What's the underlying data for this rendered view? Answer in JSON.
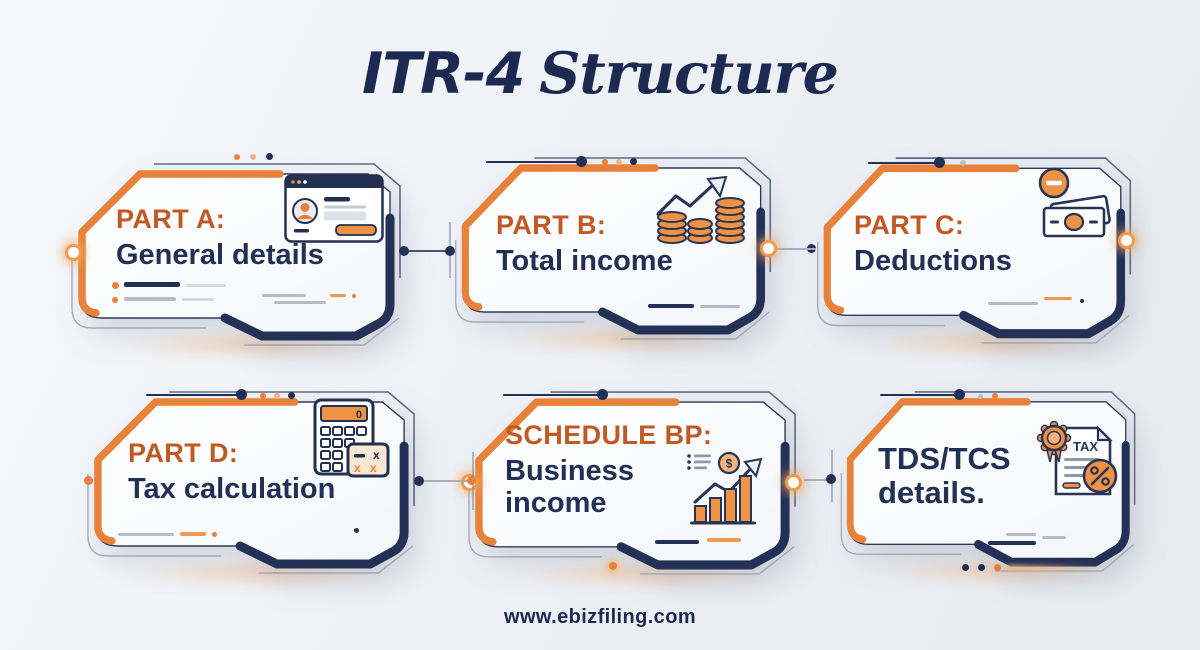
{
  "title": {
    "brand": "ITR-4",
    "rest": "Structure"
  },
  "footer": {
    "website": "www.ebizfiling.com"
  },
  "colors": {
    "accent_orange": "#e8823a",
    "heading_orange": "#c05a22",
    "navy": "#223053",
    "background": "#eef1f6"
  },
  "cards": [
    {
      "heading": "PART A:",
      "title": "General details",
      "icon": "id-card-icon"
    },
    {
      "heading": "PART B:",
      "title": "Total income",
      "icon": "coins-growth-icon"
    },
    {
      "heading": "PART C:",
      "title": "Deductions",
      "icon": "cash-minus-icon"
    },
    {
      "heading": "PART D:",
      "title": "Tax calculation",
      "icon": "calculator-icon",
      "icon_text": "0"
    },
    {
      "heading": "SCHEDULE BP:",
      "title": "Business income",
      "icon": "growth-bars-icon",
      "icon_text": "$"
    },
    {
      "heading": "",
      "title": "TDS/TCS details.",
      "icon": "tax-certificate-icon",
      "icon_text": "TAX"
    }
  ]
}
